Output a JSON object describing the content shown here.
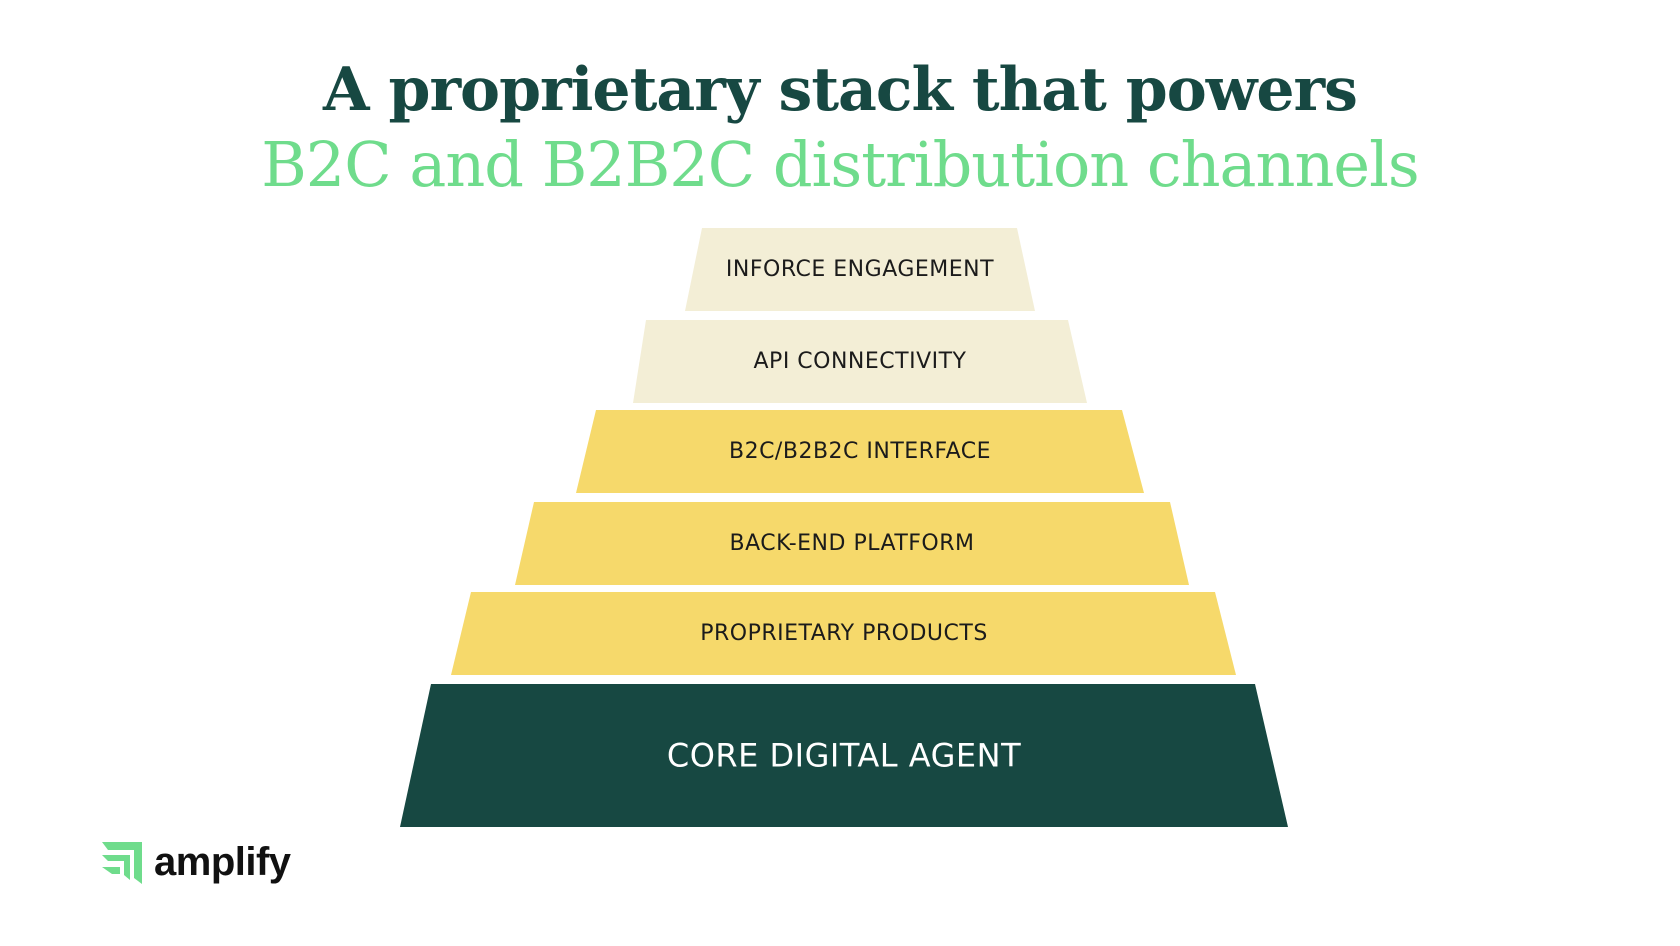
{
  "title": {
    "line1": "A proprietary stack that powers",
    "line2": "B2C and B2B2C distribution channels"
  },
  "colors": {
    "dark": "#174842",
    "accent": "#6fdc8c",
    "cream": "#f3eed6",
    "yellow": "#f6d96b"
  },
  "tiers": [
    {
      "label": "INFORCE ENGAGEMENT",
      "color": "#f3eed6"
    },
    {
      "label": "API CONNECTIVITY",
      "color": "#f3eed6"
    },
    {
      "label": "B2C/B2B2C INTERFACE",
      "color": "#f6d96b"
    },
    {
      "label": "BACK-END PLATFORM",
      "color": "#f6d96b"
    },
    {
      "label": "PROPRIETARY PRODUCTS",
      "color": "#f6d96b"
    },
    {
      "label": "CORE DIGITAL AGENT",
      "color": "#174842"
    }
  ],
  "logo": {
    "text": "amplify",
    "icon": "amplify-logo-icon"
  }
}
